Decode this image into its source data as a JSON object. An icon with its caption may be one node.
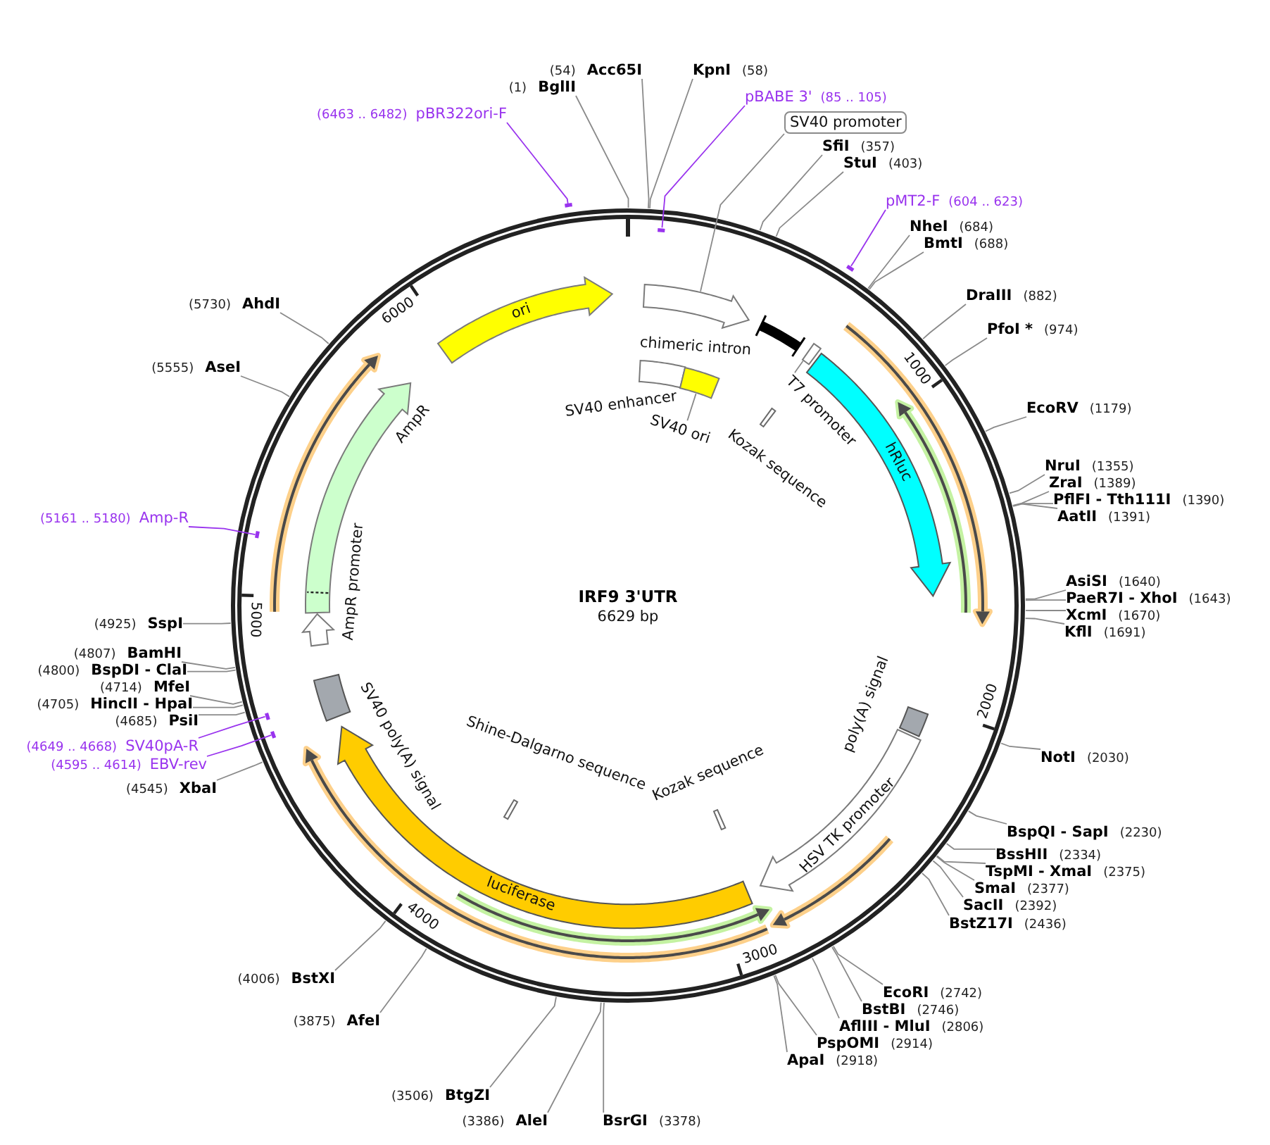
{
  "diagram": {
    "title": "IRF9 3'UTR",
    "nodes": [
      {
        "text": [
          "(1)",
          "BglII"
        ]
      },
      {
        "text": [
          "(54)",
          "Acc65I"
        ]
      },
      {
        "text": [
          "KpnI",
          "(58)"
        ]
      },
      {
        "text": [
          "pBABE 3'",
          "(85 .. 105)"
        ]
      },
      {
        "text": [],
        "shape": "bar"
      },
      {
        "text": [
          "SV40 promoter"
        ]
      },
      {
        "text": [
          "SfiI",
          "(357)"
        ]
      },
      {
        "text": [
          "StuI",
          "(403)"
        ]
      },
      {
        "text": [
          "pMT2-F",
          "(604 .. 623)"
        ]
      },
      {
        "text": [],
        "shape": "bar"
      },
      {
        "text": [
          "NheI",
          "(684)"
        ]
      },
      {
        "text": [
          "BmtI",
          "(688)"
        ]
      },
      {
        "text": [
          "DraIII",
          "(882)"
        ]
      },
      {
        "text": [
          "PfoI *",
          "(974)"
        ]
      },
      {
        "text": [
          "EcoRV",
          "(1179)"
        ]
      },
      {
        "text": [
          "NruI",
          "(1355)"
        ]
      },
      {
        "text": [
          "ZraI",
          "(1389)"
        ]
      },
      {
        "text": [
          "PflFI - Tth111I",
          "(1390)"
        ]
      },
      {
        "text": [
          "AatII",
          "(1391)"
        ]
      },
      {
        "text": [
          "AsiSI",
          "(1640)"
        ]
      },
      {
        "text": [
          "PaeR7I - XhoI",
          "(1643)"
        ]
      },
      {
        "text": [
          "XcmI",
          "(1670)"
        ]
      },
      {
        "text": [
          "KflI",
          "(1691)"
        ]
      },
      {
        "text": [
          "NotI",
          "(2030)"
        ]
      },
      {
        "text": [
          "BspQI - SapI",
          "(2230)"
        ]
      },
      {
        "text": [
          "BssHII",
          "(2334)"
        ]
      },
      {
        "text": [
          "TspMI - XmaI",
          "(2375)"
        ]
      },
      {
        "text": [
          "SmaI",
          "(2377)"
        ]
      },
      {
        "text": [
          "SacII",
          "(2392)"
        ]
      },
      {
        "text": [
          "BstZ17I",
          "(2436)"
        ]
      },
      {
        "text": [
          "EcoRI",
          "(2742)"
        ]
      },
      {
        "text": [
          "BstBI",
          "(2746)"
        ]
      },
      {
        "text": [
          "AflIII - MluI",
          "(2806)"
        ]
      },
      {
        "text": [
          "PspOMI",
          "(2914)"
        ]
      },
      {
        "text": [
          "ApaI",
          "(2918)"
        ]
      },
      {
        "text": [
          "BsrGI",
          "(3378)"
        ]
      },
      {
        "text": [
          "(3386)",
          "AleI"
        ]
      },
      {
        "text": [
          "(3506)",
          "BtgZI"
        ]
      },
      {
        "text": [
          "(3875)",
          "AfeI"
        ]
      },
      {
        "text": [
          "(4006)",
          "BstXI"
        ]
      },
      {
        "text": [
          "(4545)",
          "XbaI"
        ]
      },
      {
        "text": [
          "(4595 .. 4614)",
          "EBV-rev"
        ]
      },
      {
        "text": [],
        "shape": "bar"
      },
      {
        "text": [
          "(4649 .. 4668)",
          "SV40pA-R"
        ]
      },
      {
        "text": [],
        "shape": "bar"
      },
      {
        "text": [
          "(4685)",
          "PsiI"
        ]
      },
      {
        "text": [
          "(4705)",
          "HincII - HpaI"
        ]
      },
      {
        "text": [
          "(4714)",
          "MfeI"
        ]
      },
      {
        "text": [
          "(4800)",
          "BspDI - ClaI"
        ]
      },
      {
        "text": [
          "(4807)",
          "BamHI"
        ]
      },
      {
        "text": [
          "(4925)",
          "SspI"
        ]
      },
      {
        "text": [
          "(5161 .. 5180)",
          "Amp-R"
        ]
      },
      {
        "text": [],
        "shape": "bar"
      },
      {
        "text": [
          "(5555)",
          "AseI"
        ]
      },
      {
        "text": [
          "(5730)",
          "AhdI"
        ]
      },
      {
        "text": [
          "(6463 .. 6482)",
          "pBR322ori-F"
        ]
      },
      {
        "text": [],
        "shape": "bar"
      },
      {
        "text": [],
        "shape": "arrow"
      },
      {
        "text": [
          "chimeric intron"
        ]
      },
      {
        "text": [
          "T7 promoter"
        ]
      },
      {
        "text": [],
        "shape": "box"
      },
      {
        "text": [
          "hRluc"
        ]
      },
      {
        "text": [
          "SV40 enhancer"
        ]
      },
      {
        "text": [
          "SV40 ori"
        ]
      },
      {
        "text": [],
        "shape": "box"
      },
      {
        "text": [
          "Kozak sequence"
        ]
      },
      {
        "text": [
          "poly(A) signal"
        ]
      },
      {
        "text": [
          "HSV TK promoter"
        ]
      },
      {
        "text": [
          "Kozak sequence"
        ]
      },
      {
        "text": [
          "luciferase"
        ]
      },
      {
        "text": [
          "Shine-Dalgarno sequence"
        ]
      },
      {
        "text": [
          "SV40 poly(A) signal"
        ]
      },
      {
        "text": [
          "AmpR promoter"
        ]
      },
      {
        "text": [
          "AmpR"
        ]
      },
      {
        "text": [
          "ori"
        ]
      }
    ],
    "edges": [
      {
        "from": 0,
        "to": null,
        "arrow": "none"
      },
      {
        "from": 1,
        "to": null,
        "arrow": "none"
      },
      {
        "from": 2,
        "to": null,
        "arrow": "none"
      },
      {
        "from": 3,
        "to": 4,
        "arrow": "none",
        "color": "#9933ee"
      },
      {
        "from": 5,
        "to": 57,
        "arrow": "none"
      },
      {
        "from": 6,
        "to": null,
        "arrow": "none"
      },
      {
        "from": 7,
        "to": null,
        "arrow": "none"
      },
      {
        "from": 8,
        "to": 9,
        "arrow": "none",
        "color": "#9933ee"
      },
      {
        "from": 10,
        "to": null,
        "arrow": "none"
      },
      {
        "from": 11,
        "to": null,
        "arrow": "none"
      },
      {
        "from": 12,
        "to": null,
        "arrow": "none"
      },
      {
        "from": 13,
        "to": null,
        "arrow": "none"
      },
      {
        "from": 14,
        "to": null,
        "arrow": "none"
      },
      {
        "from": 15,
        "to": null,
        "arrow": "none"
      },
      {
        "from": 16,
        "to": null,
        "arrow": "none"
      },
      {
        "from": 17,
        "to": null,
        "arrow": "none"
      },
      {
        "from": 18,
        "to": null,
        "arrow": "none"
      },
      {
        "from": 19,
        "to": null,
        "arrow": "none"
      },
      {
        "from": 20,
        "to": null,
        "arrow": "none"
      },
      {
        "from": 21,
        "to": null,
        "arrow": "none"
      },
      {
        "from": 22,
        "to": null,
        "arrow": "none"
      },
      {
        "from": 23,
        "to": null,
        "arrow": "none"
      },
      {
        "from": 24,
        "to": null,
        "arrow": "none"
      },
      {
        "from": 25,
        "to": null,
        "arrow": "none"
      },
      {
        "from": 26,
        "to": null,
        "arrow": "none"
      },
      {
        "from": 27,
        "to": null,
        "arrow": "none"
      },
      {
        "from": 28,
        "to": null,
        "arrow": "none"
      },
      {
        "from": 29,
        "to": null,
        "arrow": "none"
      },
      {
        "from": 30,
        "to": null,
        "arrow": "none"
      },
      {
        "from": 31,
        "to": null,
        "arrow": "none"
      },
      {
        "from": 32,
        "to": null,
        "arrow": "none"
      },
      {
        "from": 33,
        "to": null,
        "arrow": "none"
      },
      {
        "from": 34,
        "to": null,
        "arrow": "none"
      },
      {
        "from": 35,
        "to": null,
        "arrow": "none"
      },
      {
        "from": 36,
        "to": null,
        "arrow": "none"
      },
      {
        "from": 37,
        "to": null,
        "arrow": "none"
      },
      {
        "from": 38,
        "to": null,
        "arrow": "none"
      },
      {
        "from": 39,
        "to": null,
        "arrow": "none"
      },
      {
        "from": 40,
        "to": null,
        "arrow": "none"
      },
      {
        "from": 41,
        "to": 42,
        "arrow": "none",
        "color": "#9933ee"
      },
      {
        "from": 43,
        "to": 44,
        "arrow": "none",
        "color": "#9933ee"
      },
      {
        "from": 45,
        "to": null,
        "arrow": "none"
      },
      {
        "from": 46,
        "to": null,
        "arrow": "none"
      },
      {
        "from": 47,
        "to": null,
        "arrow": "none"
      },
      {
        "from": 48,
        "to": null,
        "arrow": "none"
      },
      {
        "from": 49,
        "to": null,
        "arrow": "none"
      },
      {
        "from": 50,
        "to": null,
        "arrow": "none"
      },
      {
        "from": 51,
        "to": 52,
        "arrow": "none",
        "color": "#9933ee"
      },
      {
        "from": 53,
        "to": null,
        "arrow": "none"
      },
      {
        "from": 54,
        "to": null,
        "arrow": "none"
      },
      {
        "from": 55,
        "to": 56,
        "arrow": "none",
        "color": "#9933ee"
      },
      {
        "from": 59,
        "to": 60,
        "arrow": "none"
      },
      {
        "from": 63,
        "to": 64,
        "arrow": "none"
      }
    ],
    "labels": [
      "6000",
      "1000",
      "6629 bp",
      "5000",
      "2000",
      "4000",
      "3000"
    ]
  }
}
